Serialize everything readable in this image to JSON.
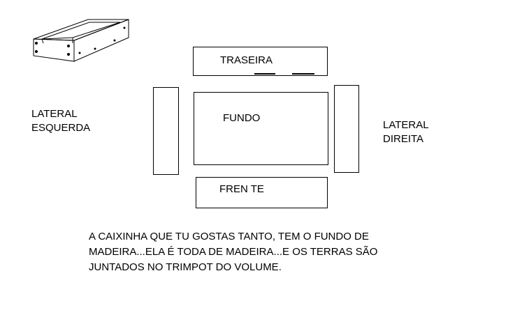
{
  "icon": {
    "name": "wooden-box-icon"
  },
  "panels": {
    "back": {
      "label": "TRASEIRA"
    },
    "bottom": {
      "label": "FUNDO"
    },
    "front": {
      "label": "FREN TE"
    }
  },
  "side_labels": {
    "left": {
      "line1": "LATERAL",
      "line2": "ESQUERDA"
    },
    "right": {
      "line1": "LATERAL",
      "line2": "DIREITA"
    }
  },
  "caption": {
    "lines": [
      "A CAIXINHA QUE TU GOSTAS TANTO, TEM O FUNDO DE",
      "MADEIRA...ELA É TODA DE MADEIRA...E OS TERRAS SÃO",
      "JUNTADOS NO TRIMPOT DO VOLUME."
    ]
  }
}
